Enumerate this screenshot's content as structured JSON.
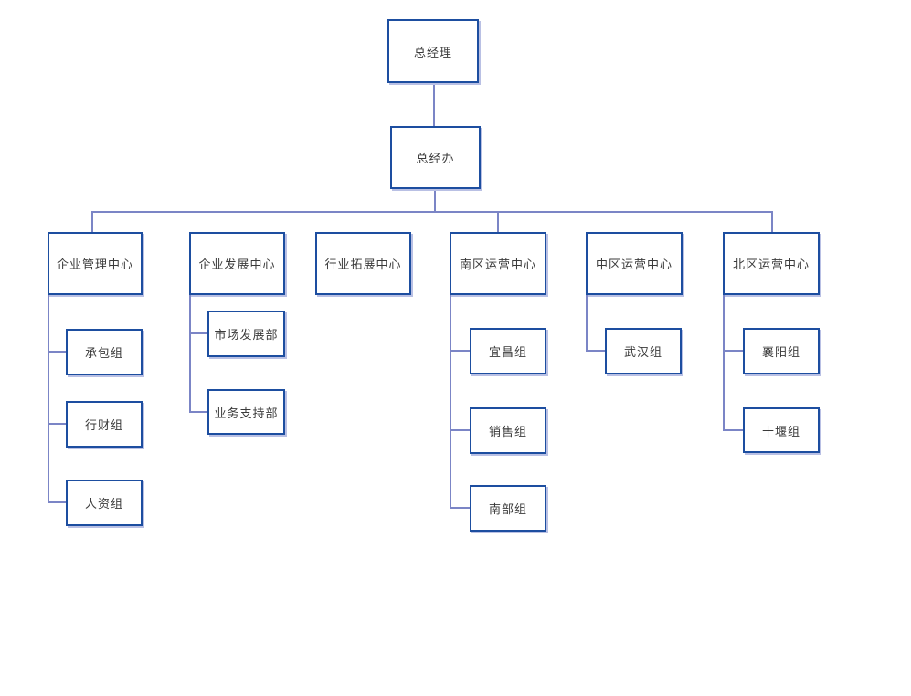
{
  "diagram": {
    "type": "org-chart",
    "tree": {
      "root": {
        "label": "总经理"
      },
      "office": {
        "label": "总经办"
      },
      "centers": [
        {
          "label": "企业管理中心",
          "children": [
            "承包组",
            "行财组",
            "人资组"
          ]
        },
        {
          "label": "企业发展中心",
          "children": [
            "市场发展部",
            "业务支持部"
          ]
        },
        {
          "label": "行业拓展中心",
          "children": []
        },
        {
          "label": "南区运营中心",
          "children": [
            "宜昌组",
            "销售组",
            "南部组"
          ]
        },
        {
          "label": "中区运营中心",
          "children": [
            "武汉组"
          ]
        },
        {
          "label": "北区运营中心",
          "children": [
            "襄阳组",
            "十堰组"
          ]
        }
      ]
    },
    "colors": {
      "box_border": "#1d4ea0",
      "box_shadow": "#b9c0e4",
      "connector": "#7b85c6",
      "text": "#3a3a3a",
      "background": "#ffffff"
    }
  }
}
